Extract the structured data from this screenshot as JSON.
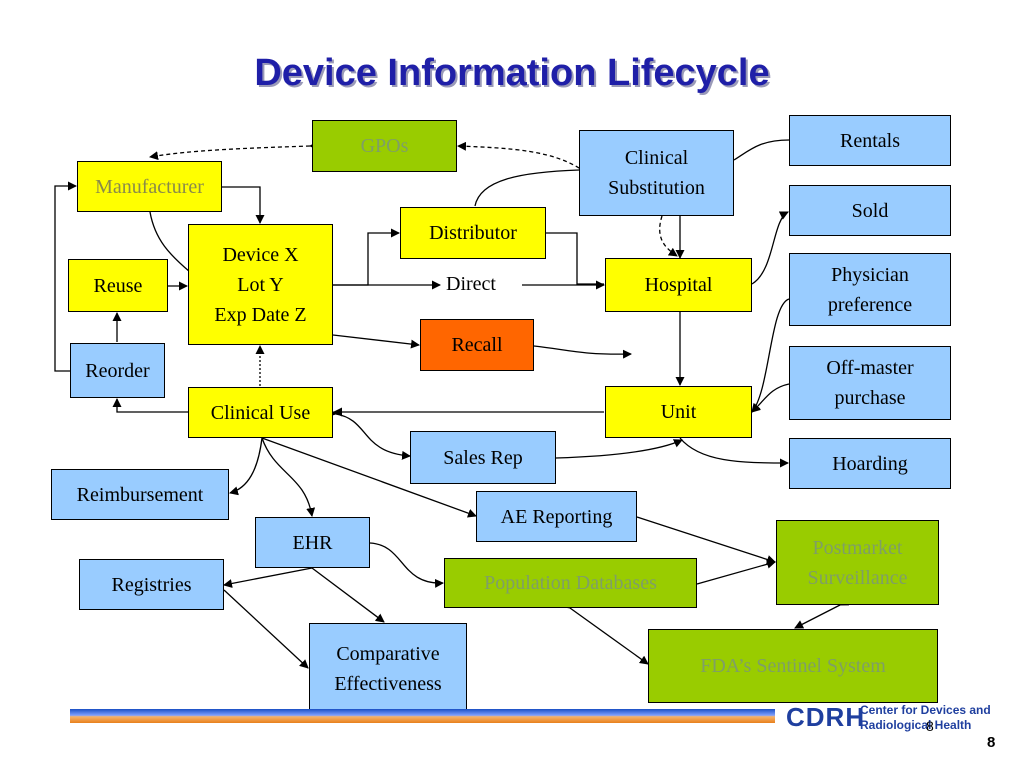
{
  "title": "Device Information Lifecycle",
  "nodes": {
    "gpos": "GPOs",
    "manufacturer": "Manufacturer",
    "reuse": "Reuse",
    "device": [
      "Device X",
      "Lot Y",
      "Exp Date Z"
    ],
    "distributor": "Distributor",
    "direct": "Direct",
    "clinical_substitution": [
      "Clinical",
      "Substitution"
    ],
    "hospital": "Hospital",
    "rentals": "Rentals",
    "sold": "Sold",
    "physician_preference": [
      "Physician",
      "preference"
    ],
    "recall": "Recall",
    "reorder": "Reorder",
    "clinical_use": "Clinical Use",
    "unit": "Unit",
    "off_master": [
      "Off-master",
      "purchase"
    ],
    "sales_rep": "Sales Rep",
    "hoarding": "Hoarding",
    "reimbursement": "Reimbursement",
    "ae_reporting": "AE Reporting",
    "ehr": "EHR",
    "postmarket": [
      "Postmarket",
      "Surveillance"
    ],
    "registries": "Registries",
    "population_db": "Population Databases",
    "comparative": [
      "Comparative",
      "Effectiveness"
    ],
    "sentinel": "FDA’s Sentinel System"
  },
  "footer": {
    "logo": "CDRH",
    "org_line1": "Center for Devices and",
    "org_line2": "Radiological Health",
    "page_number_small": "8",
    "page_number": "8"
  }
}
